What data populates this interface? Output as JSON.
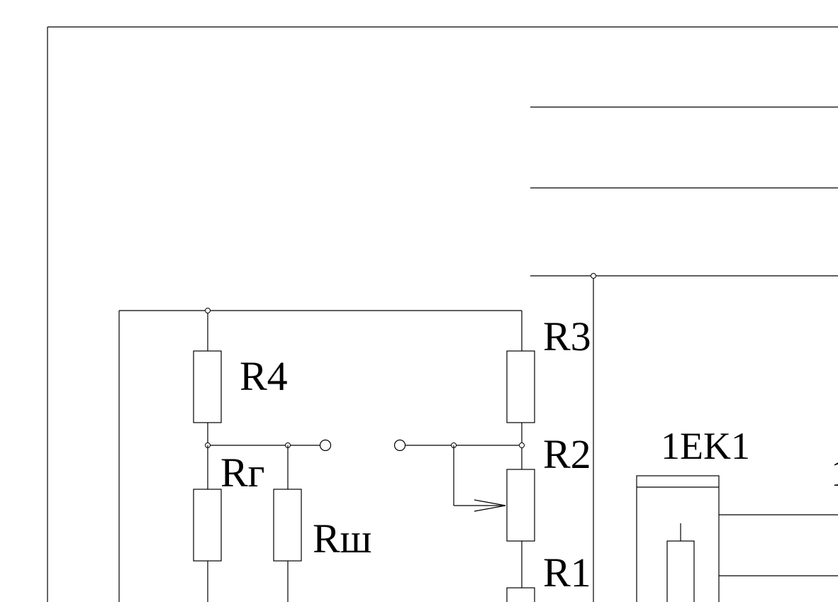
{
  "labels": {
    "r4": "R4",
    "r3": "R3",
    "r2": "R2",
    "r1": "R1",
    "rg": "Rг",
    "rsh": "Rш",
    "ek": "1EK1",
    "edge_mark": "1"
  },
  "colors": {
    "ink": "#000000",
    "paper": "#ffffff"
  }
}
